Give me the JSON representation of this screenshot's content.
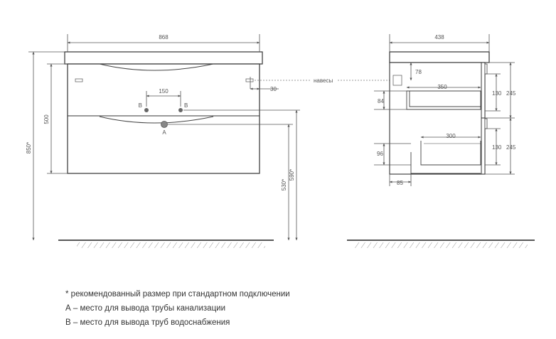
{
  "front_view": {
    "width_label": "868",
    "top_block_height_label": "500",
    "total_height_label": "850*",
    "pipe_spacing_label": "150",
    "hinge_offset_label": "30",
    "drain_height_label": "530*",
    "supply_height_label": "590*",
    "drain_point_label": "A",
    "supply_point_left_label": "B",
    "supply_point_right_label": "B"
  },
  "side_view": {
    "depth_label": "438",
    "hinge_height_label": "78",
    "upper_drawer_depth_label": "350",
    "upper_drawer_height_label": "84",
    "upper_front_label": "130",
    "upper_section_label": "245",
    "lower_drawer_depth_label": "300",
    "lower_drawer_height_label": "96",
    "lower_front_label": "130",
    "lower_section_label": "245",
    "bottom_offset_label": "85"
  },
  "callout_label": "навесы",
  "notes": [
    "* рекомендованный размер при стандартном подключении",
    "А – место для вывода трубы канализации",
    "В – место для вывода труб водоснабжения"
  ]
}
